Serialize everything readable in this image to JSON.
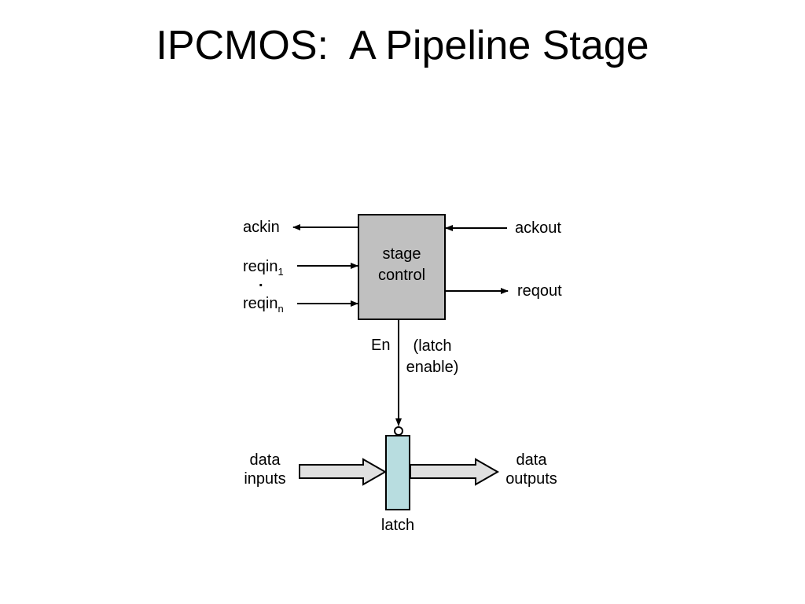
{
  "title": "IPCMOS:  A Pipeline Stage",
  "stage_control": {
    "line1": "stage",
    "line2": "control",
    "fill": "#c0c0c0"
  },
  "signals": {
    "ackin": "ackin",
    "ackout": "ackout",
    "reqin_base": "reqin",
    "reqin_first_sub": "1",
    "reqin_last_sub": "n",
    "ellipsis": ".",
    "reqout": "reqout",
    "en": "En",
    "latch_enable_line1": "(latch",
    "latch_enable_line2": "enable)"
  },
  "data_path": {
    "inputs_line1": "data",
    "inputs_line2": "inputs",
    "outputs_line1": "data",
    "outputs_line2": "outputs",
    "latch": "latch",
    "latch_fill": "#b8dde0",
    "arrow_fill": "#e0e0e0"
  }
}
